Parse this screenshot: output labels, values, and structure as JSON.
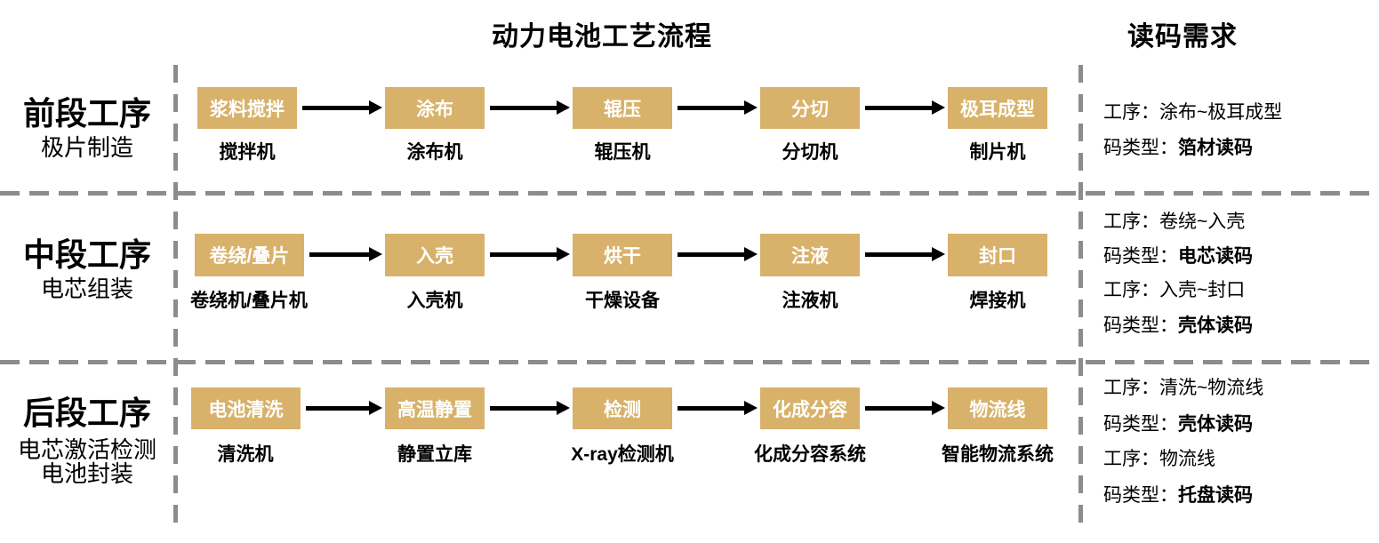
{
  "titles": {
    "main": "动力电池工艺流程",
    "right": "读码需求"
  },
  "colors": {
    "box": "#D8B26A",
    "dash": "#8C8C8C",
    "box_text": "#FFFFFF",
    "text": "#000000"
  },
  "rows": [
    {
      "stage": "前段工序",
      "stage_sub": [
        "极片制造"
      ],
      "steps": [
        {
          "box": "浆料搅拌",
          "machine": "搅拌机"
        },
        {
          "box": "涂布",
          "machine": "涂布机"
        },
        {
          "box": "辊压",
          "machine": "辊压机"
        },
        {
          "box": "分切",
          "machine": "分切机"
        },
        {
          "box": "极耳成型",
          "machine": "制片机"
        }
      ],
      "requirements": [
        {
          "prefix": "工序：",
          "value": "涂布~极耳成型"
        },
        {
          "prefix": "码类型：",
          "value": "箔材读码"
        }
      ]
    },
    {
      "stage": "中段工序",
      "stage_sub": [
        "电芯组装"
      ],
      "steps": [
        {
          "box": "卷绕/叠片",
          "machine": "卷绕机/叠片机"
        },
        {
          "box": "入壳",
          "machine": "入壳机"
        },
        {
          "box": "烘干",
          "machine": "干燥设备"
        },
        {
          "box": "注液",
          "machine": "注液机"
        },
        {
          "box": "封口",
          "machine": "焊接机"
        }
      ],
      "requirements": [
        {
          "prefix": "工序：",
          "value": "卷绕~入壳"
        },
        {
          "prefix": "码类型：",
          "value": "电芯读码"
        },
        {
          "prefix": "工序：",
          "value": "入壳~封口"
        },
        {
          "prefix": "码类型：",
          "value": "壳体读码"
        }
      ]
    },
    {
      "stage": "后段工序",
      "stage_sub": [
        "电芯激活检测",
        "电池封装"
      ],
      "steps": [
        {
          "box": "电池清洗",
          "machine": "清洗机"
        },
        {
          "box": "高温静置",
          "machine": "静置立库"
        },
        {
          "box": "检测",
          "machine": "X-ray检测机"
        },
        {
          "box": "化成分容",
          "machine": "化成分容系统"
        },
        {
          "box": "物流线",
          "machine": "智能物流系统"
        }
      ],
      "requirements": [
        {
          "prefix": "工序：",
          "value": "清洗~物流线"
        },
        {
          "prefix": "码类型：",
          "value": "壳体读码"
        },
        {
          "prefix": "工序：",
          "value": "物流线"
        },
        {
          "prefix": "码类型：",
          "value": "托盘读码"
        }
      ]
    }
  ]
}
